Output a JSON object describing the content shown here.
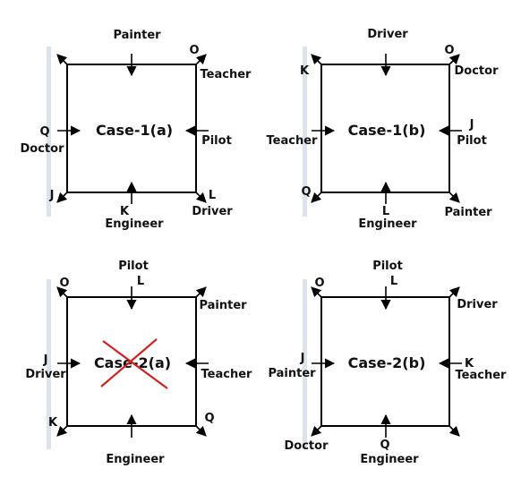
{
  "panels": [
    {
      "case_label": "Case-1(a)",
      "crossed": false,
      "side_top": "Painter",
      "side_bottom_person": "K",
      "side_bottom": "Engineer",
      "side_left_person": "Q",
      "side_left": "Doctor",
      "side_right": "Pilot",
      "corner_tl": "",
      "corner_tr_person": "O",
      "corner_tr": "Teacher",
      "corner_bl_person": "J",
      "corner_br_person": "L",
      "corner_br": "Driver"
    },
    {
      "case_label": "Case-1(b)",
      "crossed": false,
      "side_top": "Driver",
      "side_bottom_person": "L",
      "side_bottom": "Engineer",
      "side_left": "Teacher",
      "side_right_person": "J",
      "side_right": "Pilot",
      "corner_tl_person": "K",
      "corner_tr_person": "O",
      "corner_tr": "Doctor",
      "corner_bl_person": "Q",
      "corner_br": "Painter"
    },
    {
      "case_label": "Case-2(a)",
      "crossed": true,
      "side_top": "Pilot",
      "side_top_person": "L",
      "side_bottom": "Engineer",
      "side_left_person": "J",
      "side_left": "Driver",
      "side_right": "Teacher",
      "corner_tl_person": "O",
      "corner_tr": "Painter",
      "corner_bl_person": "K",
      "corner_br_person": "Q"
    },
    {
      "case_label": "Case-2(b)",
      "crossed": false,
      "side_top": "Pilot",
      "side_top_person": "L",
      "side_bottom_person": "Q",
      "side_bottom": "Engineer",
      "side_left_person": "J",
      "side_left": "Painter",
      "side_right_person": "K",
      "side_right": "Teacher",
      "corner_tl_person": "O",
      "corner_tr": "Driver",
      "corner_bl": "Doctor"
    }
  ],
  "colors": {
    "line": "#000000",
    "cross": "#cc2222",
    "table_edge": "#dde3ec"
  }
}
